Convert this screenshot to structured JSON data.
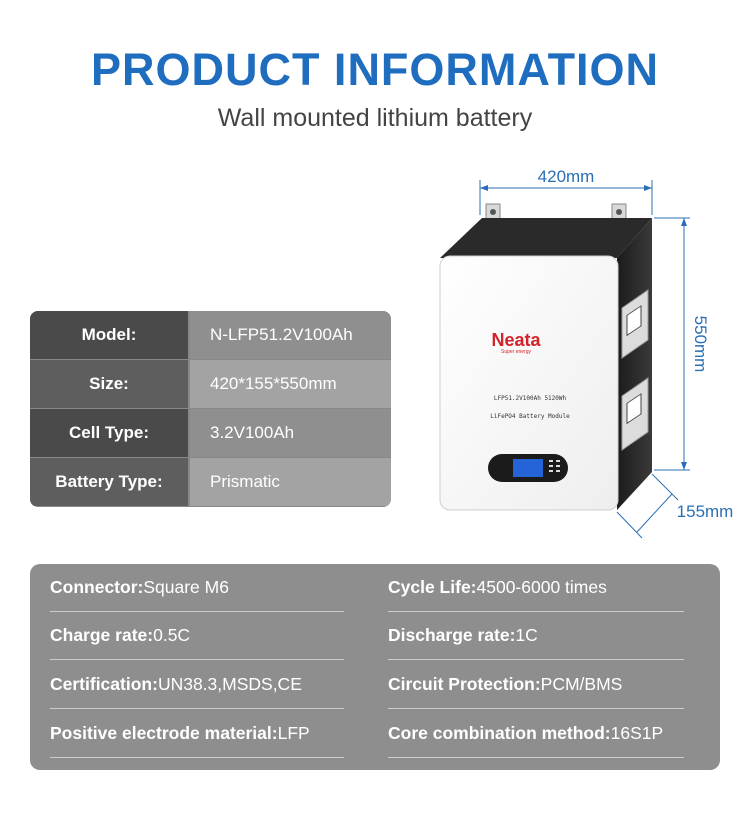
{
  "header": {
    "title": "PRODUCT INFORMATION",
    "subtitle": "Wall mounted lithium battery"
  },
  "spec_table": [
    {
      "label": "Model:",
      "value": "N-LFP51.2V100Ah"
    },
    {
      "label": "Size:",
      "value": "420*155*550mm"
    },
    {
      "label": "Cell Type:",
      "value": "3.2V100Ah"
    },
    {
      "label": "Battery Type:",
      "value": "Prismatic"
    }
  ],
  "dimensions": {
    "width": "420mm",
    "height": "550mm",
    "depth": "155mm"
  },
  "battery_face": {
    "brand": "Neata",
    "brand_tagline": "Super energy",
    "rating_text": "LFP51.2V100Ah 5120Wh",
    "module_text": "LiFePO4 Battery Module"
  },
  "spec_panel": {
    "left": [
      {
        "key": "Connector:",
        "value": " Square M6"
      },
      {
        "key": "Charge rate:",
        "value": " 0.5C"
      },
      {
        "key": "Certification:",
        "value": " UN38.3,MSDS,CE"
      },
      {
        "key": "Positive electrode material:",
        "value": " LFP"
      }
    ],
    "right": [
      {
        "key": "Cycle Life:",
        "value": " 4500-6000 times"
      },
      {
        "key": "Discharge rate:",
        "value": " 1C"
      },
      {
        "key": "Circuit Protection:",
        "value": " PCM/BMS"
      },
      {
        "key": "Core combination method:",
        "value": " 16S1P"
      }
    ]
  },
  "colors": {
    "title_blue": "#1f6dbf",
    "dimension_blue": "#2a6fb4",
    "brand_red": "#d2232a",
    "label_dark": "#4a4a4a",
    "panel_gray": "#8e8e8e"
  }
}
